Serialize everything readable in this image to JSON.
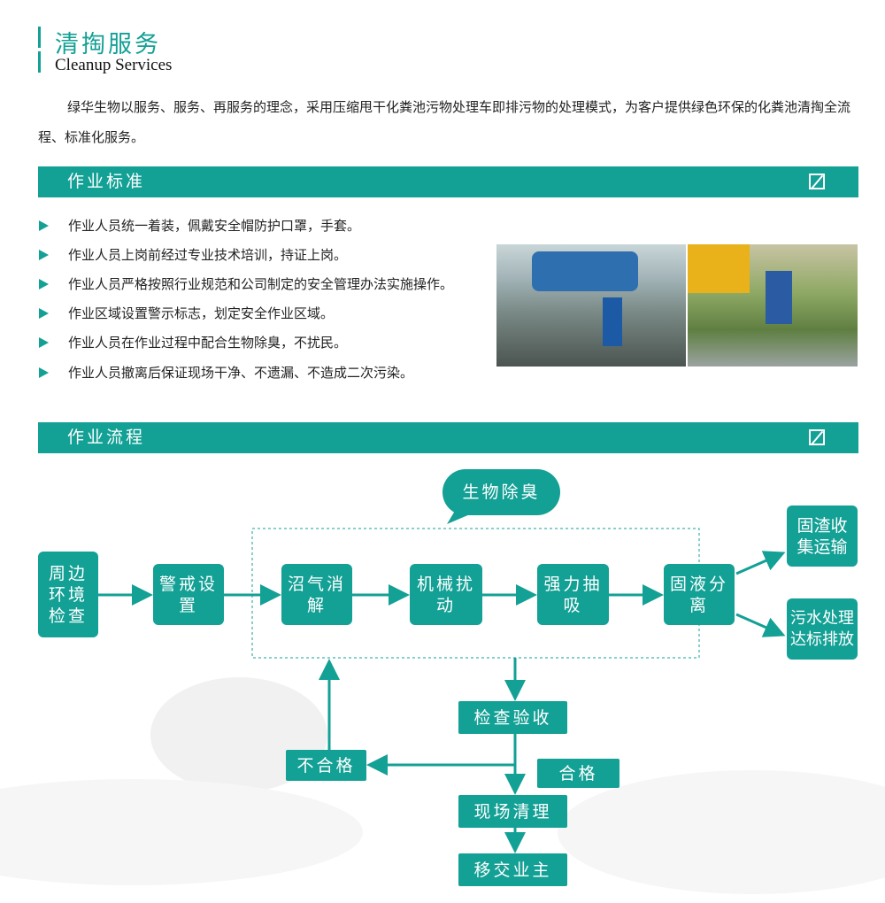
{
  "header": {
    "title": "清掏服务",
    "subtitle": "Cleanup Services"
  },
  "intro": "绿华生物以服务、服务、再服务的理念，采用压缩甩干化粪池污物处理车即排污物的处理模式，为客户提供绿色环保的化粪池清掏全流程、标准化服务。",
  "standards": {
    "title": "作业标准",
    "items": [
      "作业人员统一着装，佩戴安全帽防护口罩，手套。",
      "作业人员上岗前经过专业技术培训，持证上岗。",
      "作业人员严格按照行业规范和公司制定的安全管理办法实施操作。",
      "作业区域设置警示标志，划定安全作业区域。",
      "作业人员在作业过程中配合生物除臭，不扰民。",
      "作业人员撤离后保证现场干净、不遗漏、不造成二次污染。"
    ]
  },
  "process": {
    "title": "作业流程",
    "bubble": "生物除臭",
    "steps": [
      "周边环境检查",
      "警戒设置",
      "沼气消解",
      "机械扰动",
      "强力抽吸",
      "固液分离"
    ],
    "outputs": [
      "固渣收集运输",
      "污水处理达标排放"
    ],
    "inspect": "检查验收",
    "fail": "不合格",
    "pass": "合格",
    "cleanup": "现场清理",
    "handover": "移交业主"
  },
  "colors": {
    "accent": "#13a095"
  }
}
